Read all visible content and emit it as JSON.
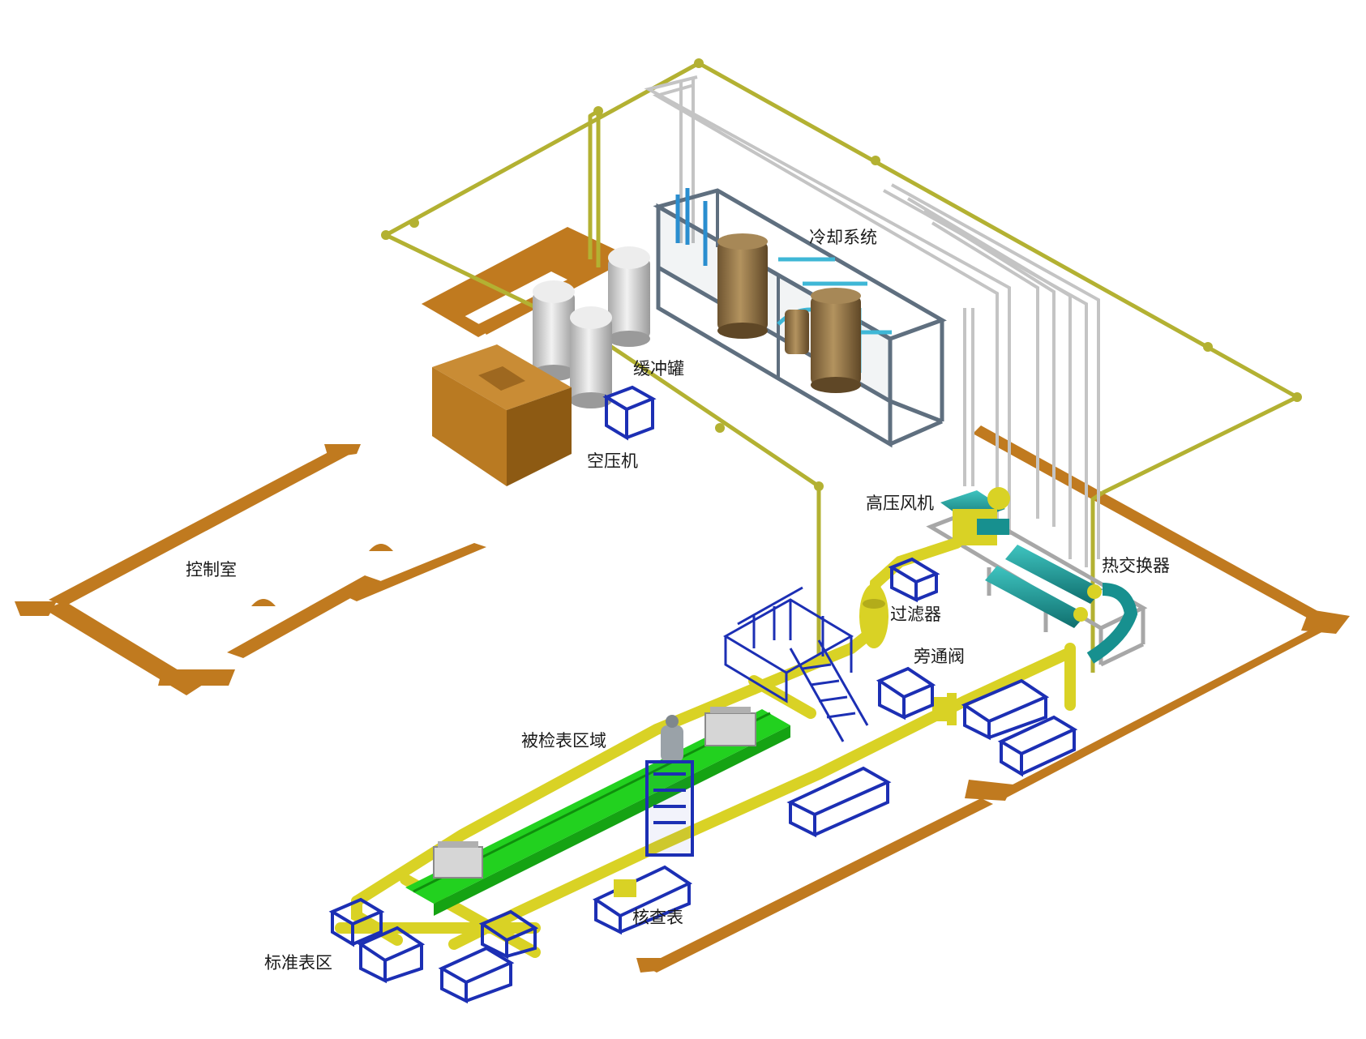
{
  "labels": {
    "cooling_system": "冷却系统",
    "buffer_tank": "缓冲罐",
    "air_compressor": "空压机",
    "control_room": "控制室",
    "high_pressure_blower": "高压风机",
    "heat_exchanger": "热交换器",
    "filter": "过滤器",
    "bypass_valve": "旁通阀",
    "meter_under_test_area": "被检表区域",
    "check_meter": "核查表",
    "standard_meter_area": "标准表区"
  },
  "colors": {
    "olive_pipe": "#b3b132",
    "brown_foundation": "#c07a1f",
    "compressor_box": "#b97a22",
    "blue_frame": "#1c2fb4",
    "yellow_pipe": "#d9d225",
    "green_platform": "#22d11f",
    "teal_equipment": "#17908f",
    "grey_pipe": "#c4c4c4",
    "tank_silver": "#d8d8d8",
    "tank_bronze": "#8e7142",
    "steel_frame": "#5f6f7f"
  }
}
